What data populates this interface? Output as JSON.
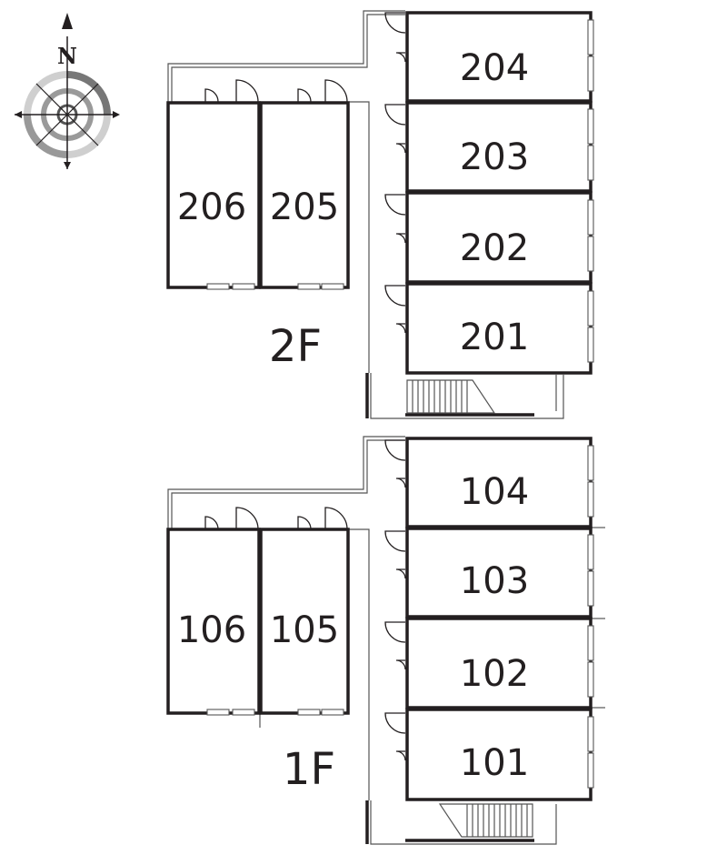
{
  "compass": {
    "north_label": "N"
  },
  "floors": [
    {
      "id": "2F",
      "label": "2F",
      "rooms": [
        {
          "id": "r206",
          "number": "206"
        },
        {
          "id": "r205",
          "number": "205"
        },
        {
          "id": "r204",
          "number": "204"
        },
        {
          "id": "r203",
          "number": "203"
        },
        {
          "id": "r202",
          "number": "202"
        },
        {
          "id": "r201",
          "number": "201"
        }
      ]
    },
    {
      "id": "1F",
      "label": "1F",
      "rooms": [
        {
          "id": "r106",
          "number": "106"
        },
        {
          "id": "r105",
          "number": "105"
        },
        {
          "id": "r104",
          "number": "104"
        },
        {
          "id": "r103",
          "number": "103"
        },
        {
          "id": "r102",
          "number": "102"
        },
        {
          "id": "r101",
          "number": "101"
        }
      ]
    }
  ]
}
